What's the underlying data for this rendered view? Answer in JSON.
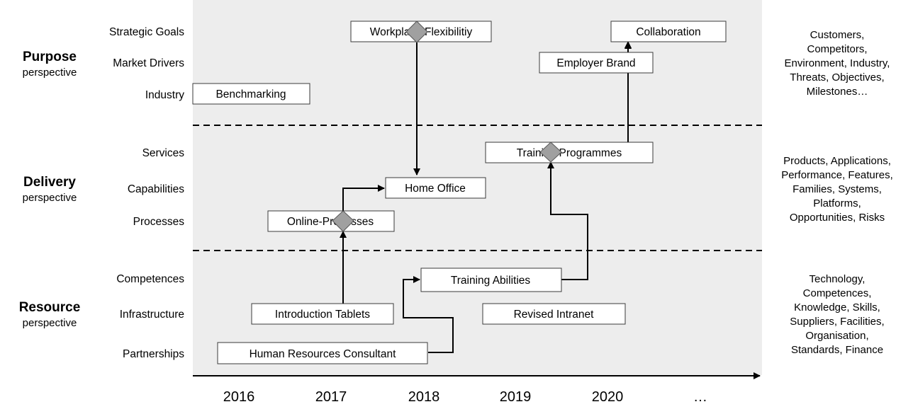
{
  "perspectives": [
    {
      "title": "Purpose",
      "subtitle": "perspective",
      "layers": [
        "Strategic Goals",
        "Market Drivers",
        "Industry"
      ]
    },
    {
      "title": "Delivery",
      "subtitle": "perspective",
      "layers": [
        "Services",
        "Capabilities",
        "Processes"
      ]
    },
    {
      "title": "Resource",
      "subtitle": "perspective",
      "layers": [
        "Competences",
        "Infrastructure",
        "Partnerships"
      ]
    }
  ],
  "timeline": [
    "2016",
    "2017",
    "2018",
    "2019",
    "2020",
    "…"
  ],
  "items": {
    "workplace_flexibility": "Workplace Flexibilitiy",
    "collaboration": "Collaboration",
    "employer_brand": "Employer Brand",
    "benchmarking": "Benchmarking",
    "training_programmes": "Training Programmes",
    "home_office": "Home Office",
    "online_processes": "Online-Processes",
    "training_abilities": "Training Abilities",
    "introduction_tablets": "Introduction Tablets",
    "revised_intranet": "Revised Intranet",
    "hr_consultant": "Human Resources Consultant"
  },
  "descriptions": {
    "purpose": [
      "Customers,",
      "Competitors,",
      "Environment,  Industry,",
      "Threats,  Objectives,",
      "Milestones…"
    ],
    "delivery": [
      "Products,  Applications,",
      "Performance,  Features,",
      "Families,  Systems,",
      "Platforms,",
      "Opportunities,  Risks"
    ],
    "resource": [
      "Technology,",
      "Competences,",
      "Knowledge,  Skills,",
      "Suppliers,  Facilities,",
      "Organisation,",
      "Standards,  Finance"
    ]
  },
  "colors": {
    "panel_bg": "#ededed",
    "box_border": "#3a3a3a",
    "diamond_fill": "#a0a0a0",
    "line": "#000000"
  }
}
